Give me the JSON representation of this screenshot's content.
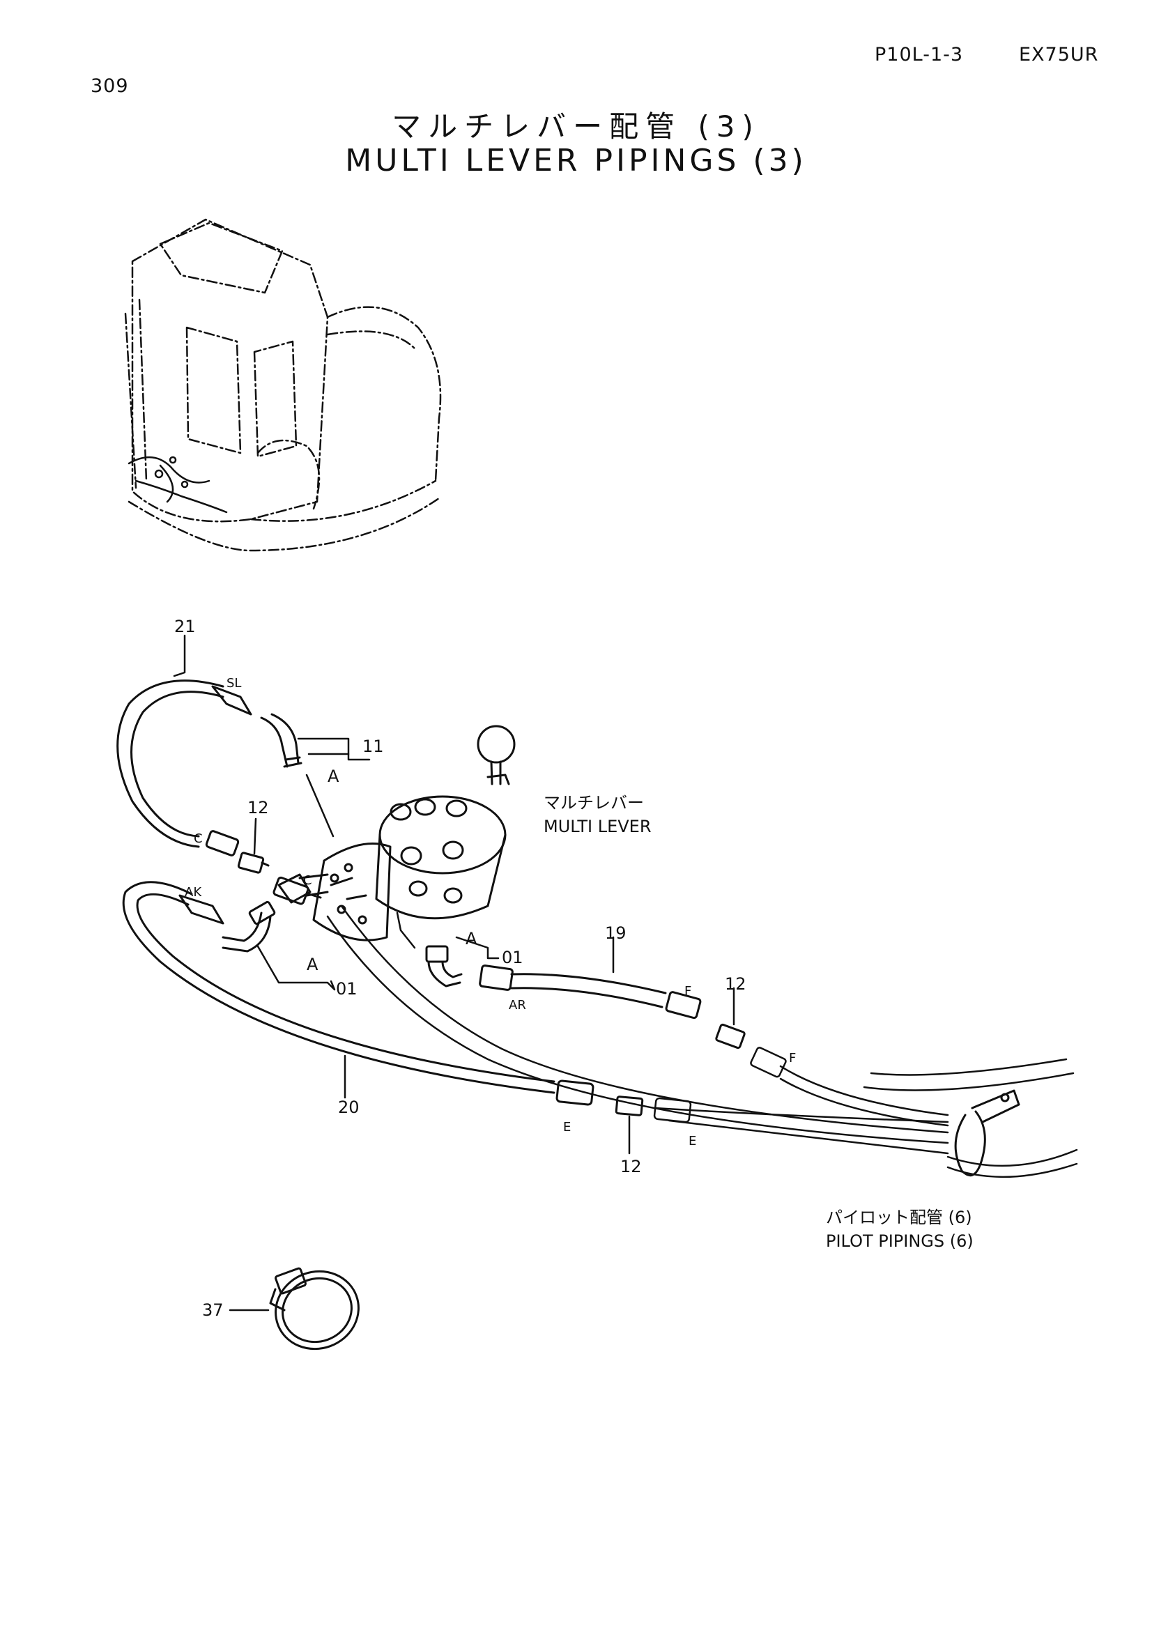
{
  "header": {
    "page_code": "P10L-1-3",
    "model": "EX75UR",
    "page_number": "309"
  },
  "title": {
    "japanese": "マルチレバー配管 (3)",
    "english": "MULTI LEVER PIPINGS (3)"
  },
  "callouts": {
    "c21": "21",
    "c11": "11",
    "c12_top": "12",
    "c01_left": "01",
    "c01_right": "01",
    "c19": "19",
    "c12_right": "12",
    "c20": "20",
    "c12_bottom": "12",
    "c37": "37"
  },
  "port_letters": {
    "sl": "SL",
    "c_left": "C",
    "c_block": "C",
    "ak": "AK",
    "a1": "A",
    "a2": "A",
    "a3": "A",
    "ar": "AR",
    "f1": "F",
    "f2": "F",
    "e1": "E",
    "e2": "E"
  },
  "notes": {
    "multi_lever_jp": "マルチレバー",
    "multi_lever_en": "MULTI LEVER",
    "pilot_jp": "パイロット配管 (6)",
    "pilot_en": "PILOT PIPINGS (6)"
  }
}
